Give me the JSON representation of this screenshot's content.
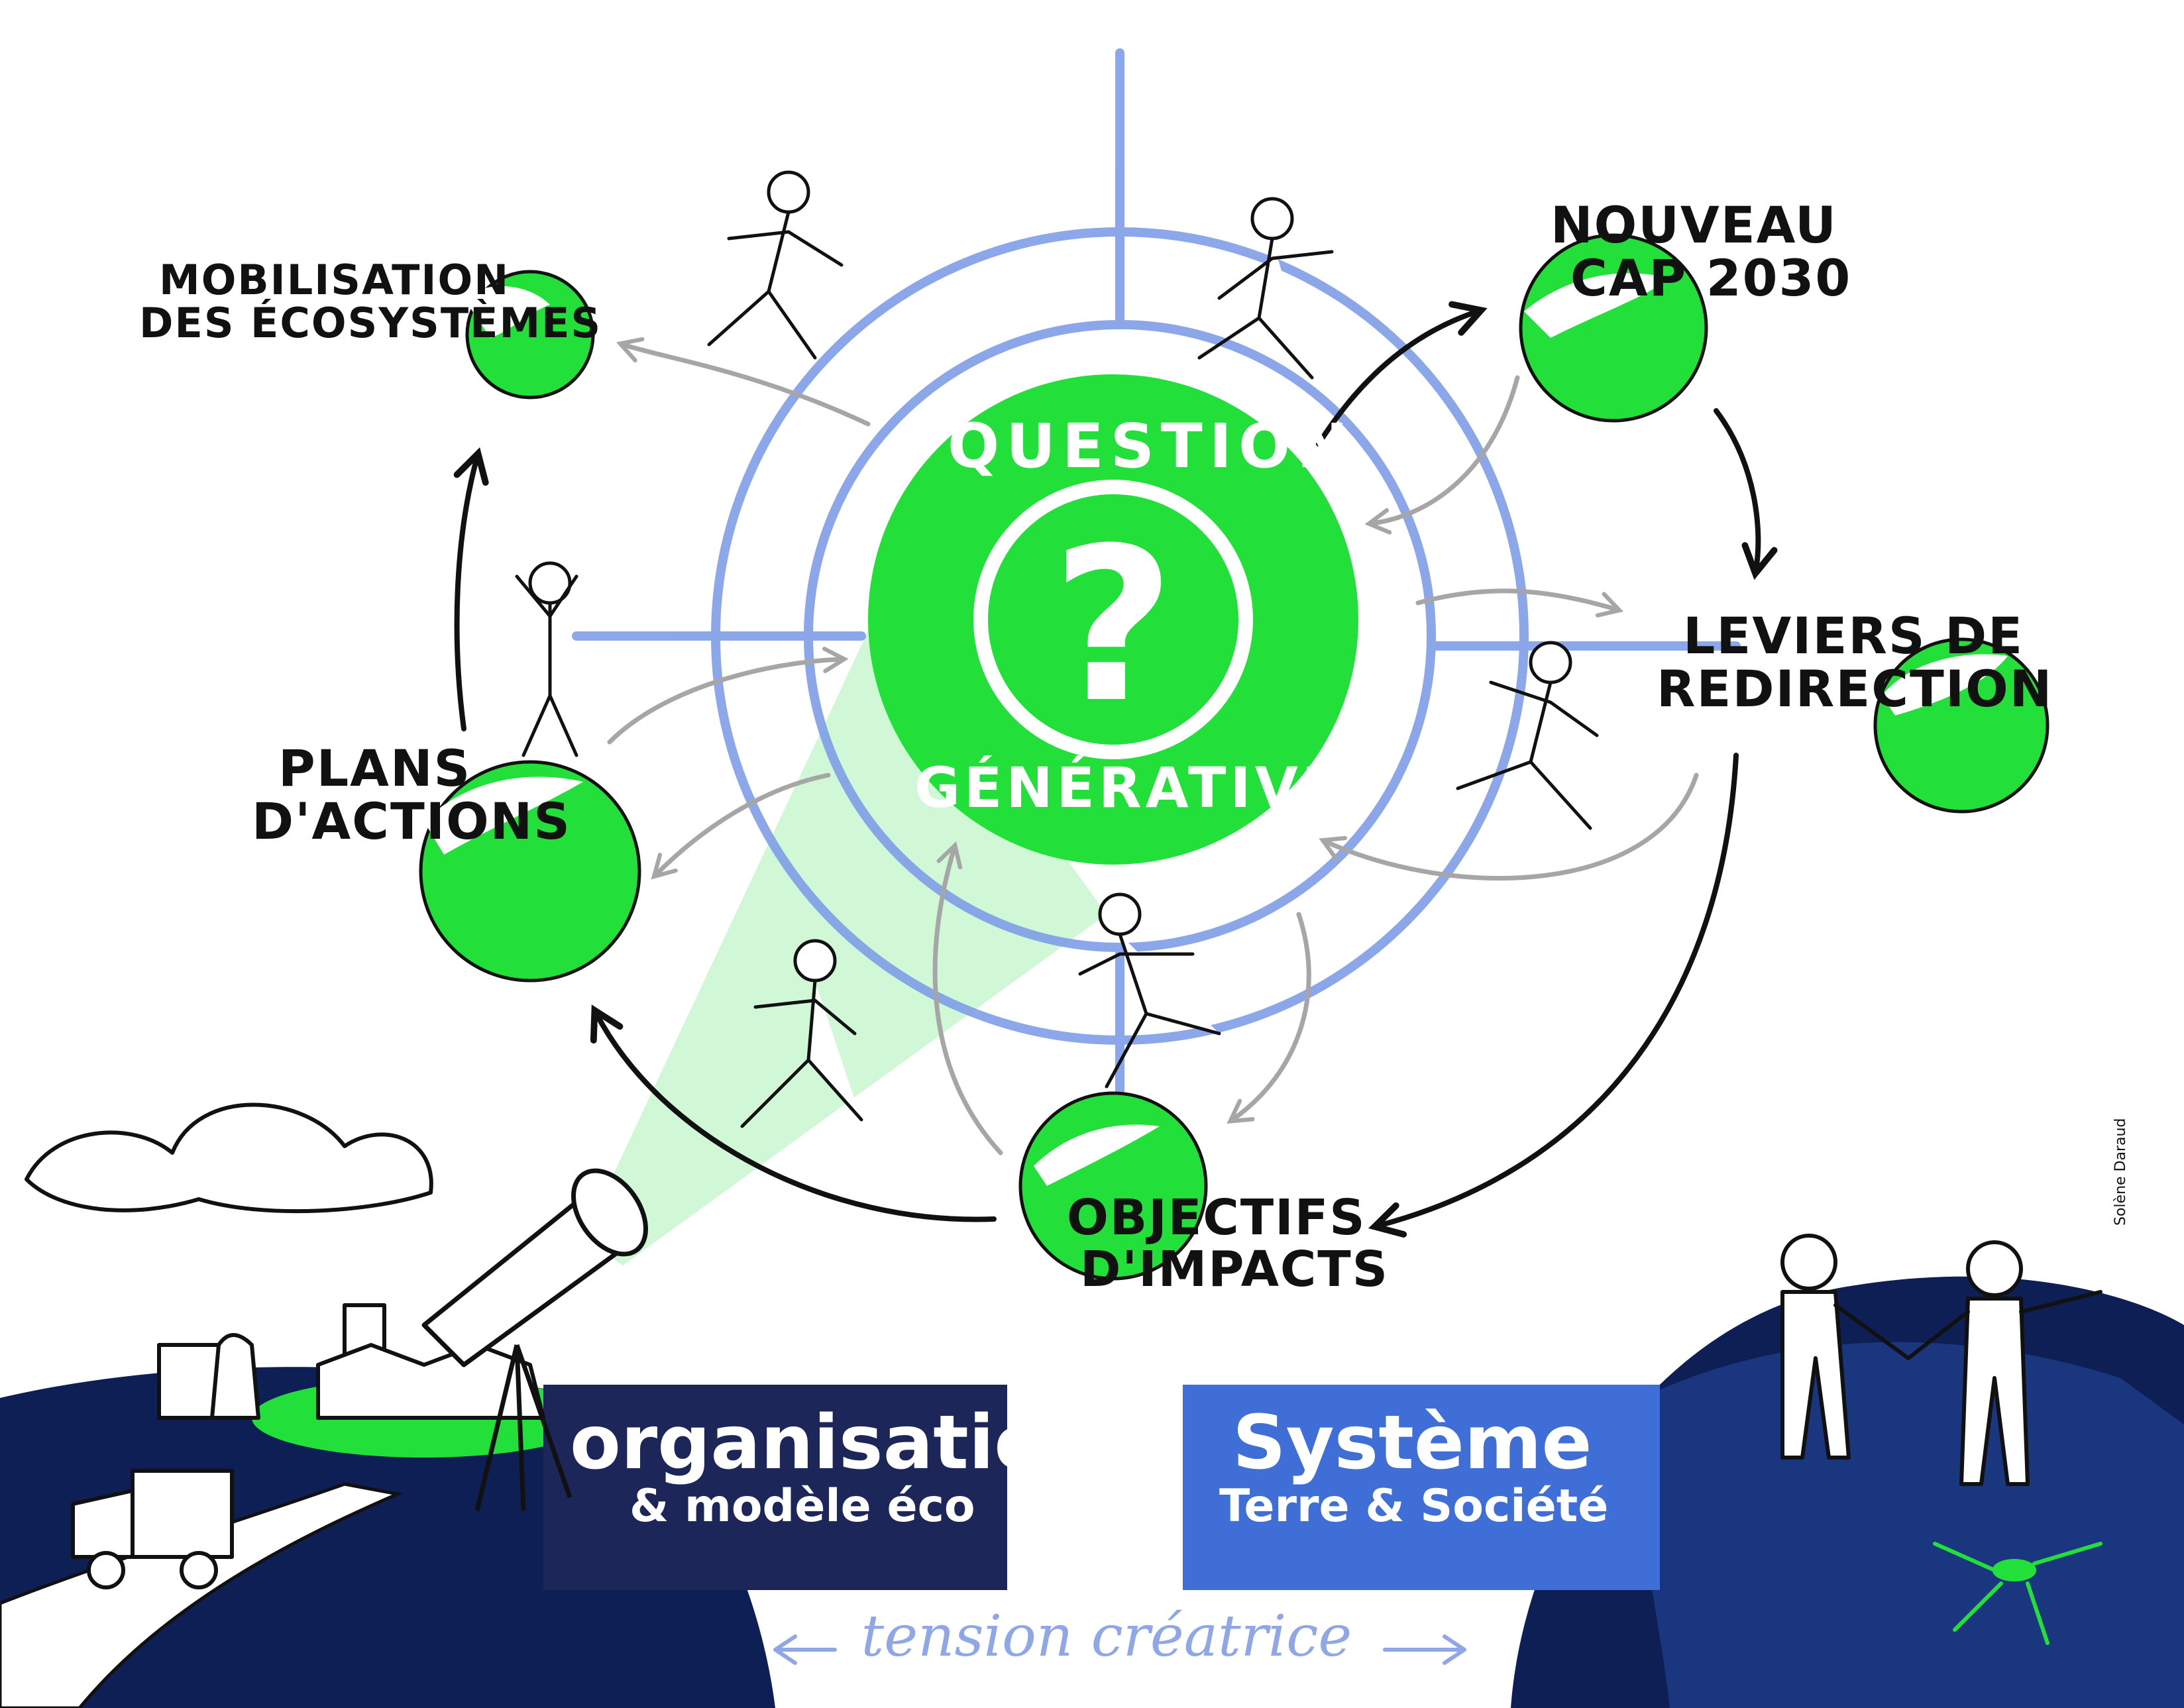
{
  "center": {
    "top_text": "QUESTION",
    "bottom_text": "GÉNÉRATIVE",
    "symbol": "?"
  },
  "nodes": {
    "mobilisation": {
      "line1": "MOBILISATION",
      "line2": "DES ÉCOSYSTÈMES"
    },
    "nouveau_cap": {
      "line1": "NOUVEAU",
      "line2": "CAP 2030"
    },
    "leviers": {
      "line1": "LEVIERS DE",
      "line2": "REDIRECTION"
    },
    "objectifs": {
      "line1": "OBJECTIFS",
      "line2": "D'IMPACTS"
    },
    "plans": {
      "line1": "PLANS",
      "line2": "D'ACTIONS"
    }
  },
  "banners": {
    "organisation": {
      "title": "organisation",
      "subtitle": "& modèle éco"
    },
    "systeme": {
      "title": "Système",
      "subtitle": "Terre & Société"
    }
  },
  "tension": "tension créatrice",
  "signature": "Solène Daraud",
  "colors": {
    "green": "#22e039",
    "blue_ring": "#7f9ee8",
    "navy": "#0e1f55",
    "banner_navy": "#1c2659",
    "banner_blue": "#3f6fd6",
    "light_green": "#c8f7cf"
  },
  "icons": [
    "question-mark-icon",
    "running-person-icon",
    "telescope-icon",
    "factory-icon",
    "truck-icon",
    "earth-globe-icon",
    "handshake-icon"
  ]
}
